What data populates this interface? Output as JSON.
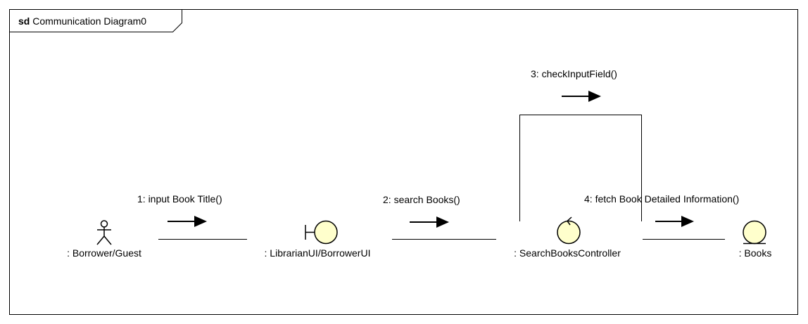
{
  "frame": {
    "keyword": "sd",
    "name": "Communication Diagram0"
  },
  "lifelines": [
    {
      "id": "borrower",
      "label": ": Borrower/Guest",
      "kind": "actor"
    },
    {
      "id": "ui",
      "label": ": LibrarianUI/BorrowerUI",
      "kind": "boundary"
    },
    {
      "id": "controller",
      "label": ": SearchBooksController",
      "kind": "control"
    },
    {
      "id": "books",
      "label": ": Books",
      "kind": "entity"
    }
  ],
  "messages": [
    {
      "id": "msg1",
      "label": "1: input Book Title()"
    },
    {
      "id": "msg2",
      "label": "2: search Books()"
    },
    {
      "id": "msg3",
      "label": "3: checkInputField()"
    },
    {
      "id": "msg4",
      "label": "4: fetch Book Detailed Information()"
    }
  ],
  "colors": {
    "stroke": "#000000",
    "fill": "#ffffcc",
    "background": "#ffffff"
  }
}
